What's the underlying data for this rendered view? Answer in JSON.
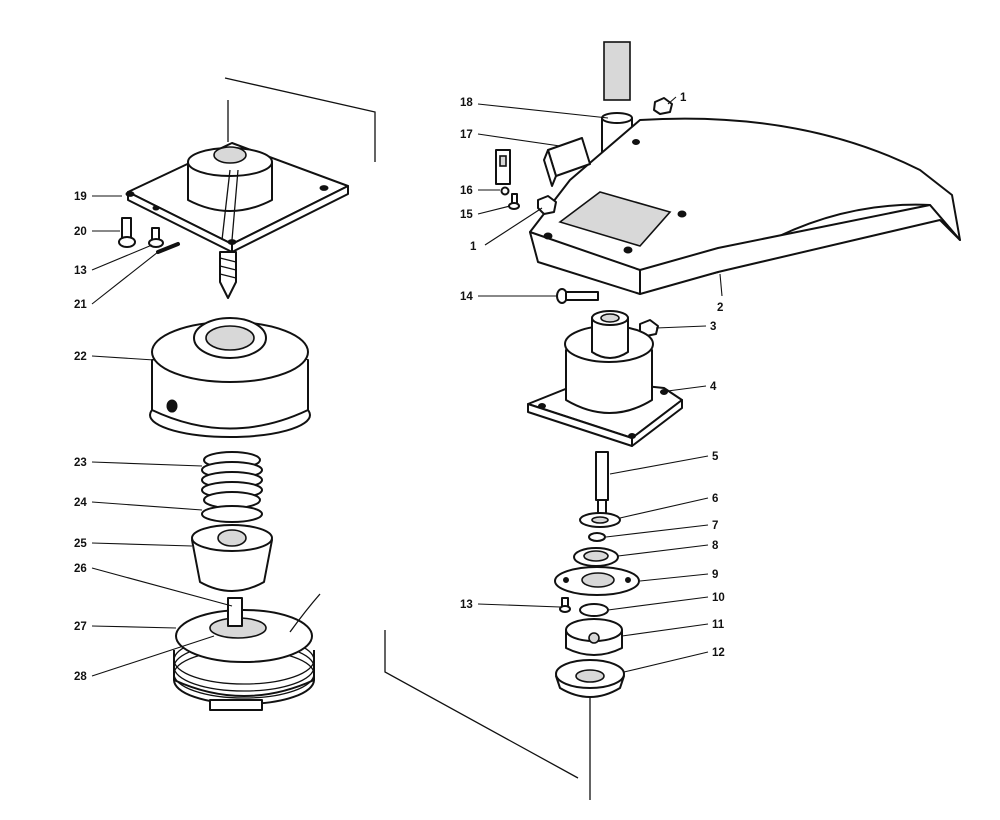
{
  "callouts": [
    {
      "label": "1"
    },
    {
      "label": "1"
    },
    {
      "label": "2"
    },
    {
      "label": "3"
    },
    {
      "label": "4"
    },
    {
      "label": "5"
    },
    {
      "label": "6"
    },
    {
      "label": "7"
    },
    {
      "label": "8"
    },
    {
      "label": "9"
    },
    {
      "label": "10"
    },
    {
      "label": "11"
    },
    {
      "label": "12"
    },
    {
      "label": "13"
    },
    {
      "label": "14"
    },
    {
      "label": "15"
    },
    {
      "label": "16"
    },
    {
      "label": "17"
    },
    {
      "label": "18"
    },
    {
      "label": "13"
    },
    {
      "label": "19"
    },
    {
      "label": "20"
    },
    {
      "label": "21"
    },
    {
      "label": "22"
    },
    {
      "label": "23"
    },
    {
      "label": "24"
    },
    {
      "label": "25"
    },
    {
      "label": "26"
    },
    {
      "label": "27"
    },
    {
      "label": "28"
    }
  ]
}
